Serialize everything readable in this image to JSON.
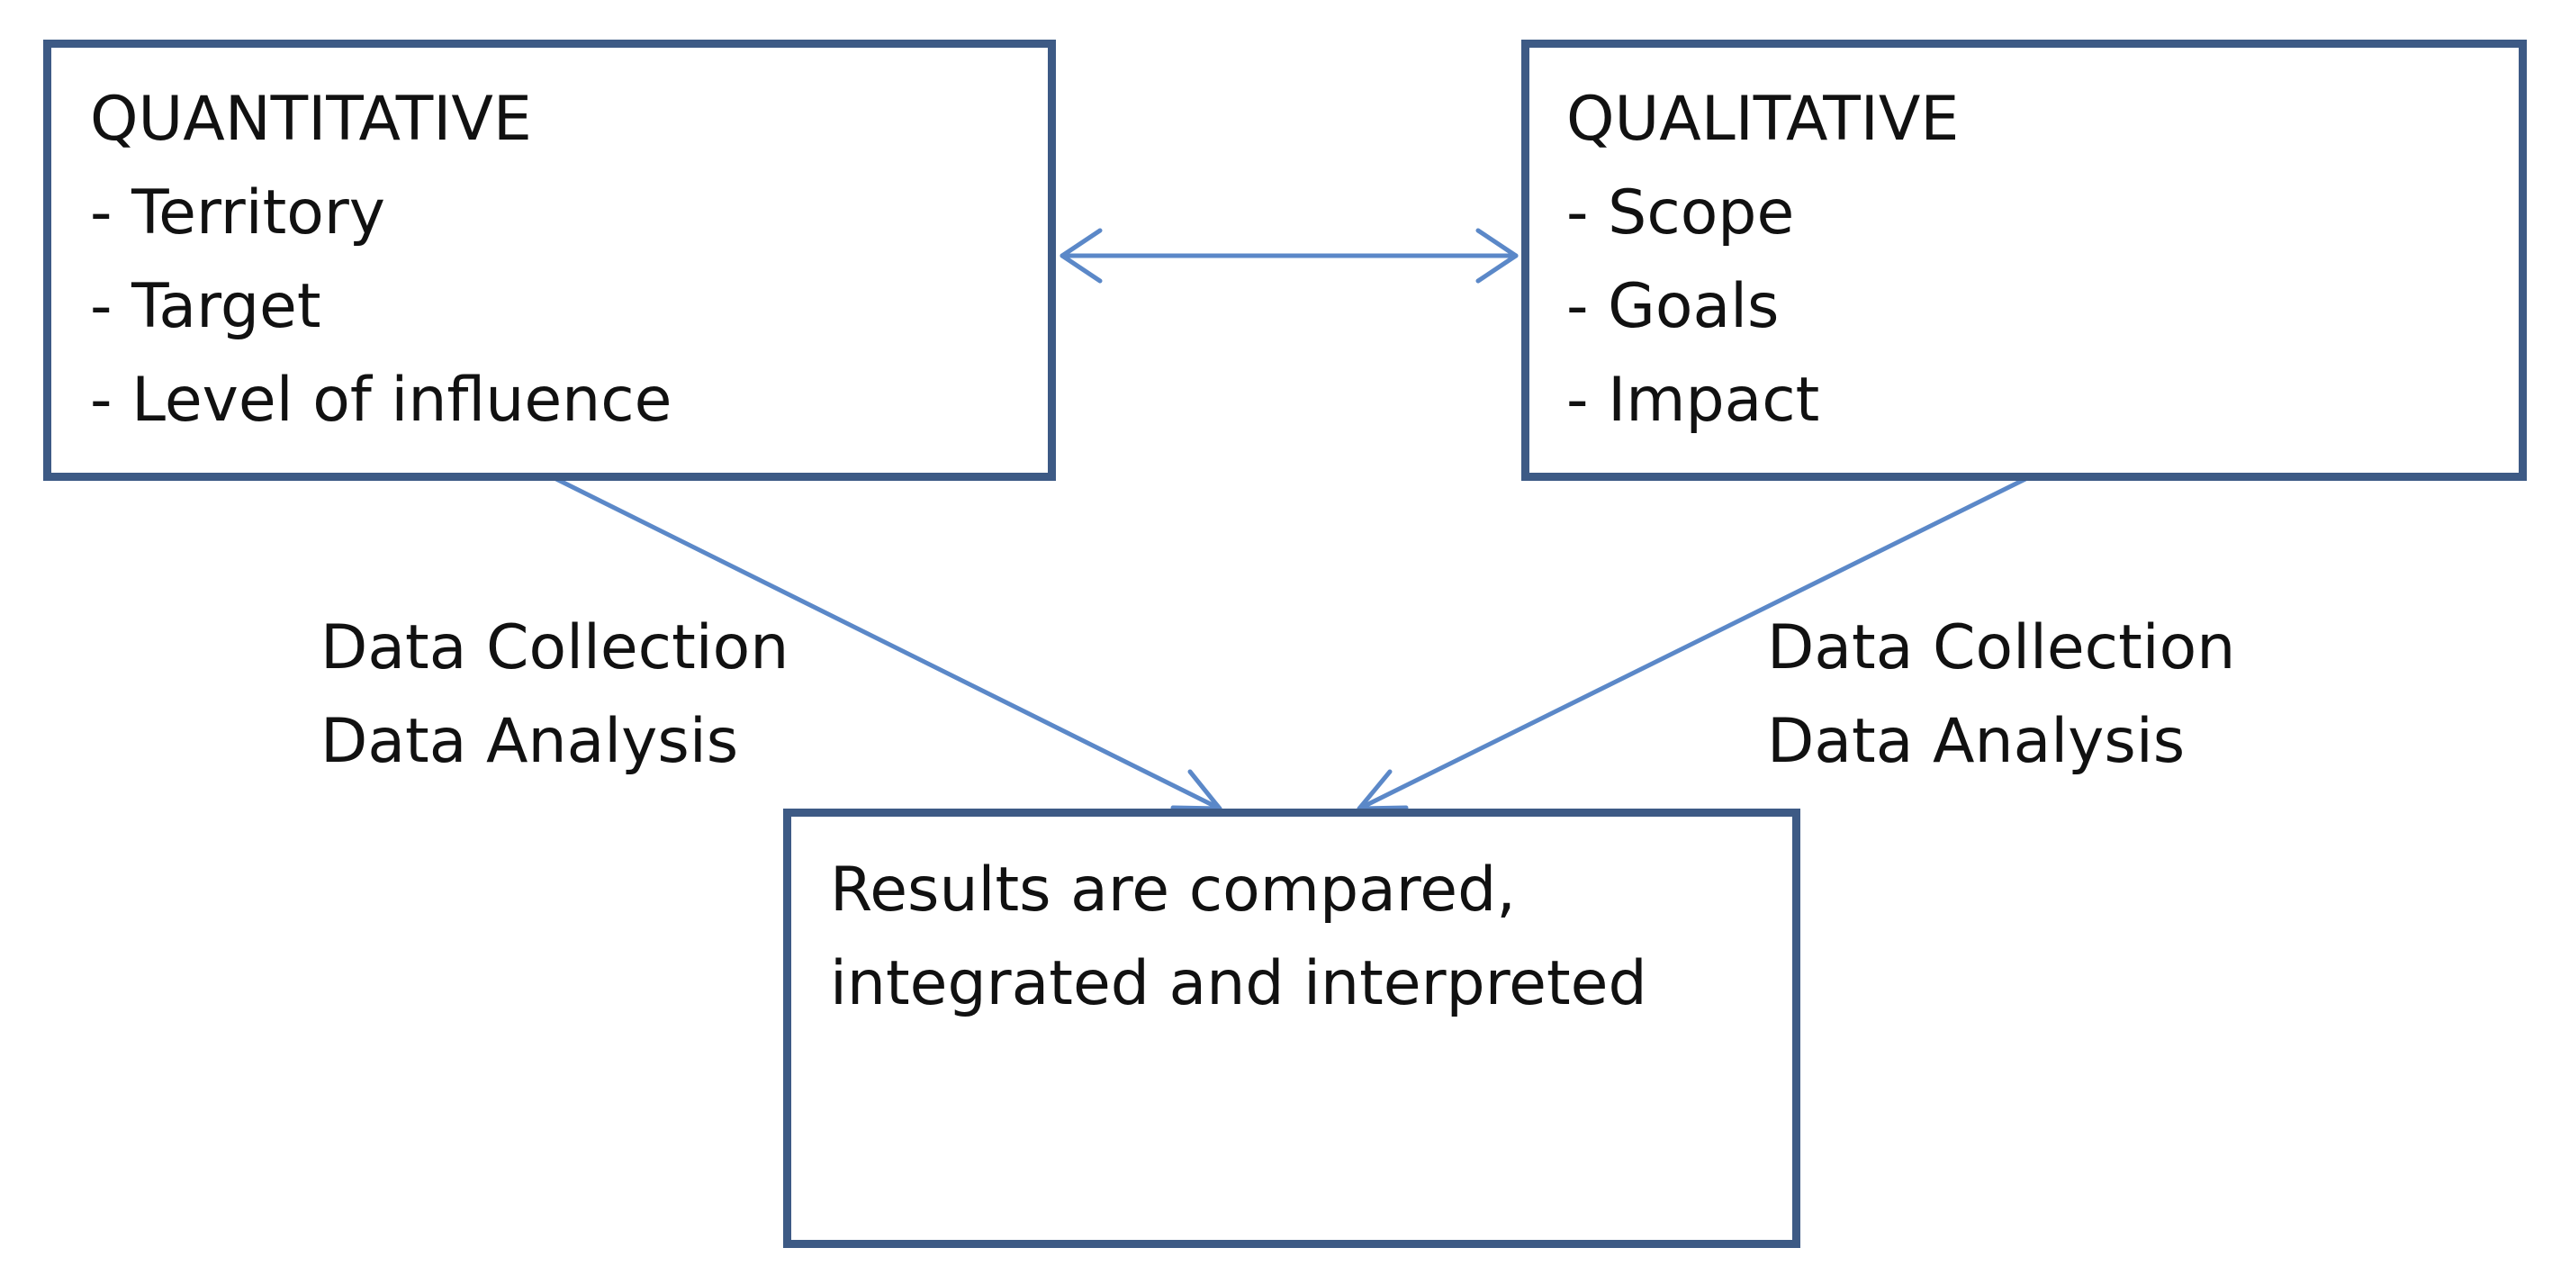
{
  "quantitative": {
    "title": "QUANTITATIVE",
    "items": [
      "- Territory",
      "- Target",
      "- Level of influence"
    ]
  },
  "qualitative": {
    "title": "QUALITATIVE",
    "items": [
      "- Scope",
      "- Goals",
      "- Impact"
    ]
  },
  "result": {
    "lines": [
      "Results are compared,",
      "integrated and interpreted"
    ]
  },
  "left_edge_label": [
    "Data Collection",
    "Data Analysis"
  ],
  "right_edge_label": [
    "Data Collection",
    "Data Analysis"
  ],
  "colors": {
    "box_border": "#3d5a85",
    "arrow": "#5b88c8",
    "text": "#111111"
  }
}
